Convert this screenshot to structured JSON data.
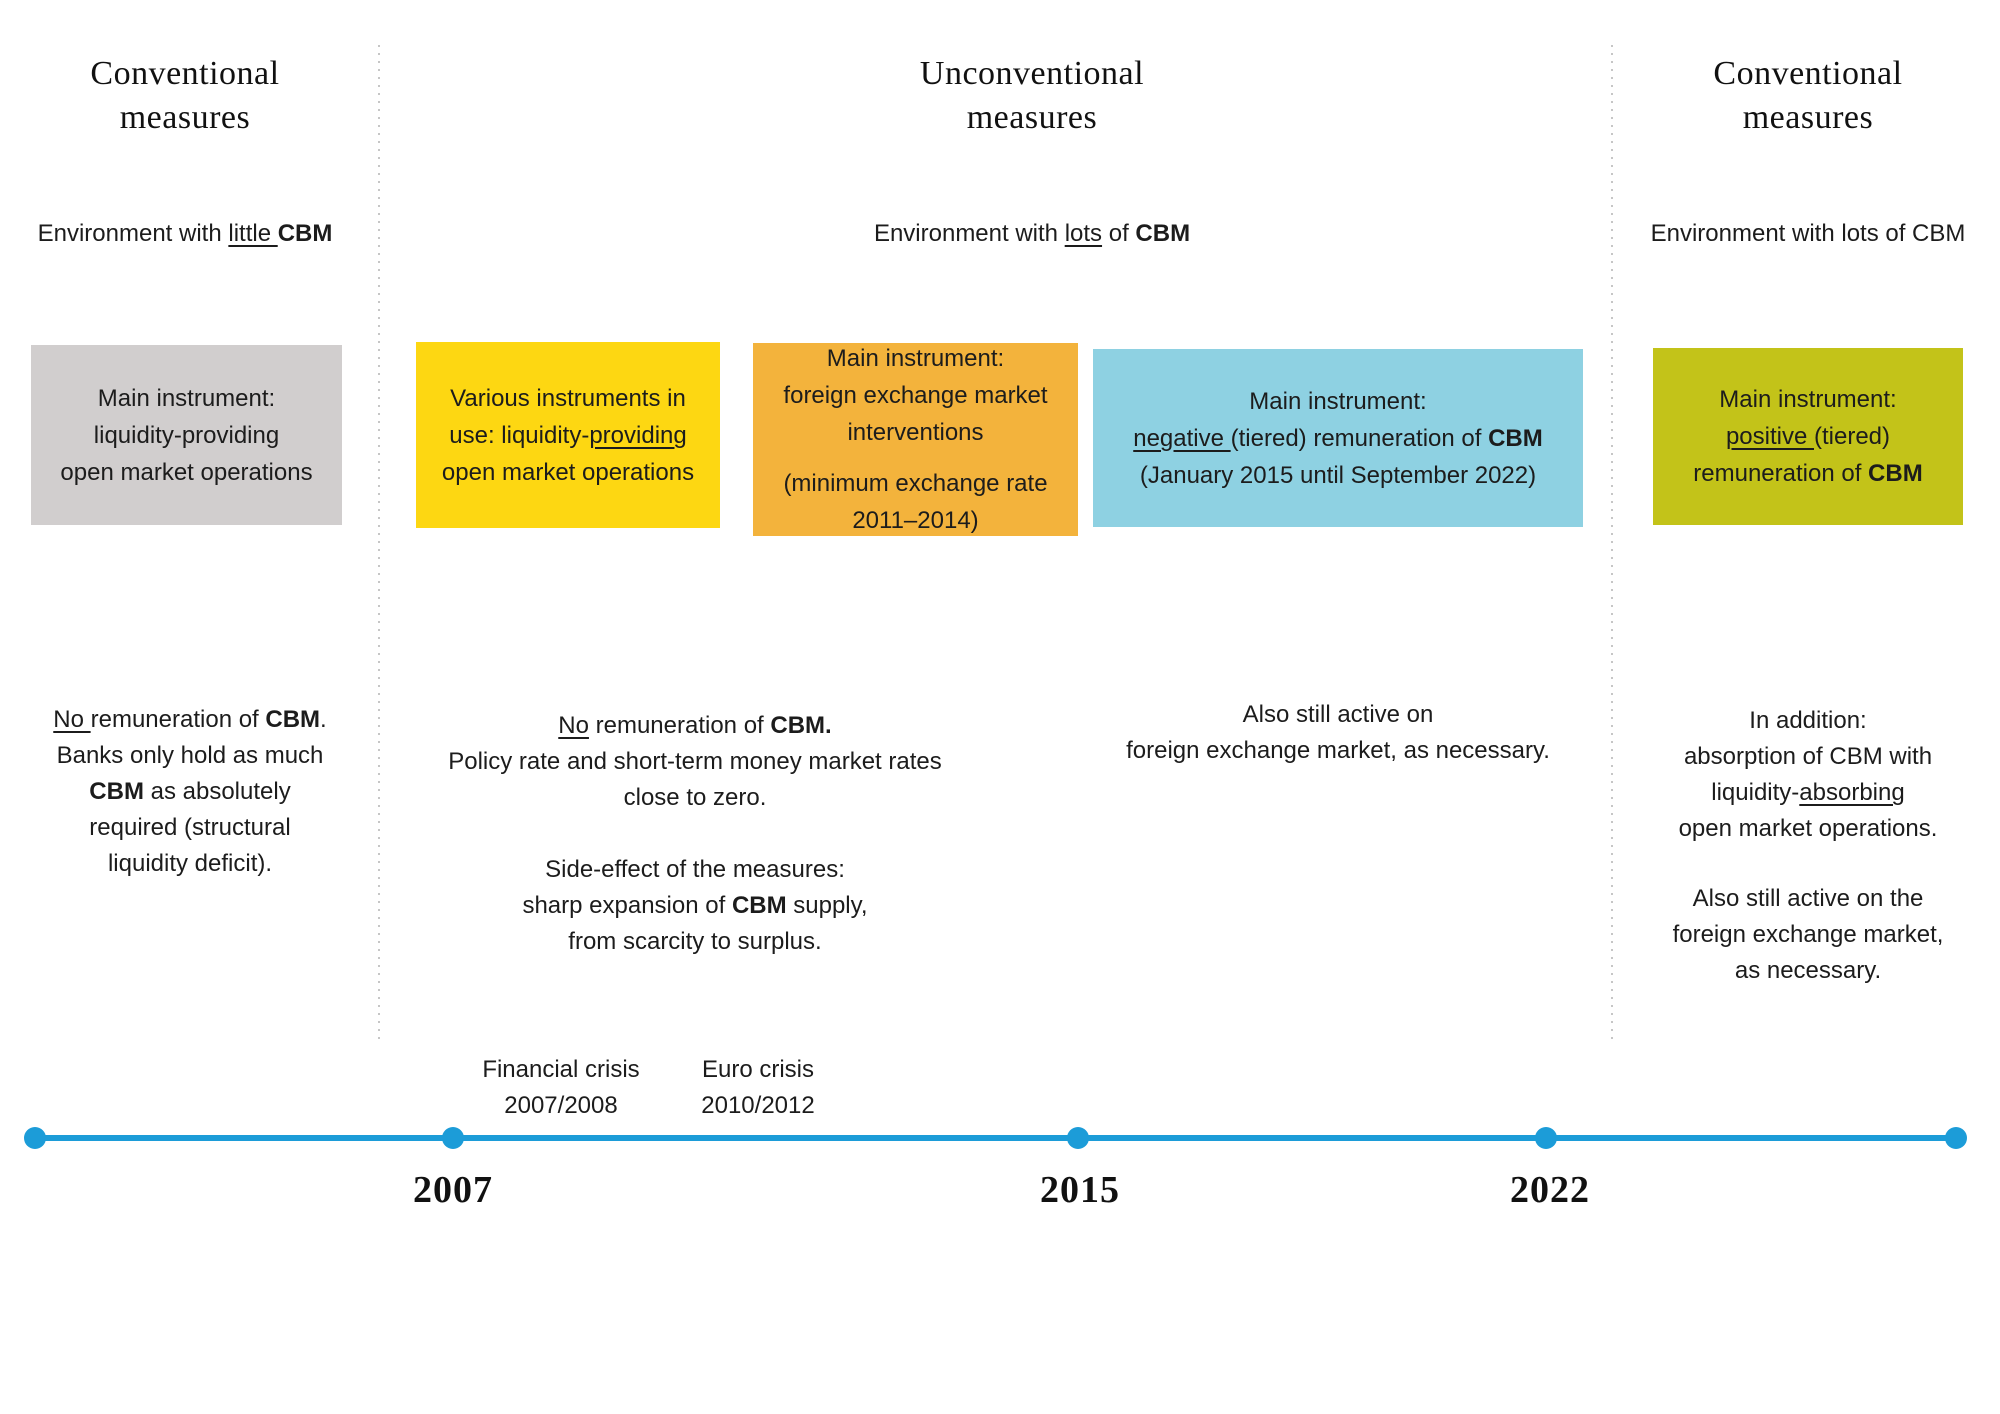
{
  "slide": {
    "headers": {
      "left": {
        "title": "Conventional\nmeasures",
        "env": {
          "pre": "Environment with ",
          "underlined": "little ",
          "bold": "CBM"
        }
      },
      "middle": {
        "title": "Unconventional\nmeasures",
        "env": {
          "pre": "Environment with ",
          "underlined": "lots",
          "mid": " of ",
          "bold": "CBM"
        }
      },
      "right": {
        "title": "Conventional\nmeasures",
        "env": {
          "text": "Environment with lots of CBM"
        }
      }
    },
    "boxes": {
      "gray": {
        "bg": "#d1cece",
        "text": "Main instrument:\nliquidity-providing\nopen market operations"
      },
      "yellow": {
        "bg": "#fdd712",
        "line1": "Various instruments in",
        "line2_pre": "use: liquidity-",
        "line2_u": "providing",
        "line3": "open market operations"
      },
      "orange": {
        "bg": "#f3b33c",
        "para1": "Main instrument:\nforeign exchange market\ninterventions",
        "para2": "(minimum exchange rate\n2011–2014)"
      },
      "blue": {
        "bg": "#8ed1e2",
        "line1": "Main instrument:",
        "line2_u": "negative ",
        "line2_mid": "(tiered) remuneration of ",
        "line2_bold": "CBM",
        "line3": "(January 2015 until September 2022)"
      },
      "green": {
        "bg": "#c3c319",
        "line1": "Main instrument:",
        "line2_u": "positive ",
        "line2_post": "(tiered)",
        "line3_pre": "remuneration of ",
        "line3_bold": "CBM"
      }
    },
    "notes": {
      "left": {
        "l1_u": "No ",
        "l1_mid": "remuneration of ",
        "l1_bold": "CBM",
        "l1_end": ".",
        "l2": "Banks only hold as much",
        "l3_bold": "CBM",
        "l3_post": " as absolutely",
        "l4": "required (structural",
        "l5": "liquidity deficit)."
      },
      "middle": {
        "p1_l1_u": "No",
        "p1_l1_mid": " remuneration of ",
        "p1_l1_bold": "CBM.",
        "p1_l2": "Policy rate and short-term money market rates",
        "p1_l3": "close to zero.",
        "p2_l1": "Side-effect of the measures:",
        "p2_l2_pre": "sharp expansion of ",
        "p2_l2_bold": "CBM",
        "p2_l2_post": " supply,",
        "p2_l3": "from scarcity to surplus."
      },
      "blue": {
        "text": "Also still active on\nforeign exchange market, as necessary."
      },
      "right": {
        "p1_l1": "In addition:",
        "p1_l2": "absorption of CBM with",
        "p1_l3_pre": "liquidity-",
        "p1_l3_u": "absorbing ",
        "p1_l4": "open market operations.",
        "p2": "Also still active on the\nforeign exchange market,\nas necessary."
      }
    },
    "timeline": {
      "color": "#1c9cd8",
      "events": [
        {
          "label": "Financial crisis\n2007/2008"
        },
        {
          "label": "Euro crisis\n2010/2012"
        }
      ],
      "years": [
        "2007",
        "2015",
        "2022"
      ]
    }
  }
}
